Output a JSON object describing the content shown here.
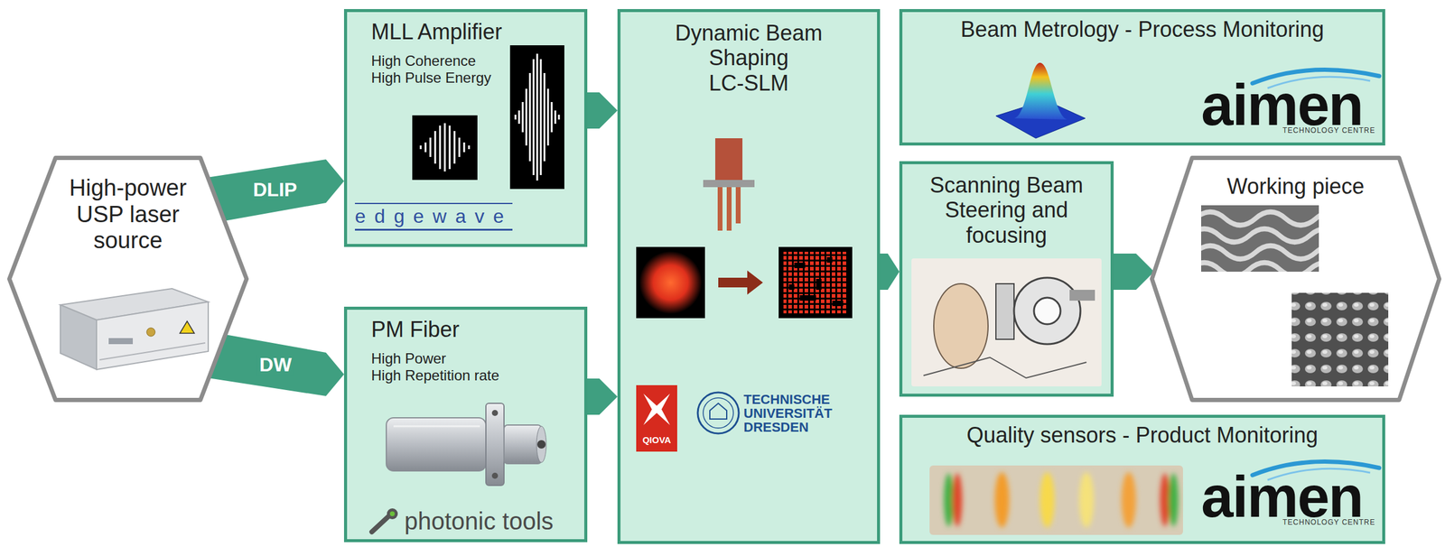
{
  "diagram": {
    "nodes": [
      {
        "text": [
          "High-power USP laser source"
        ]
      },
      {
        "text": [
          "MLL Amplifier",
          "High Coherence",
          "High Pulse Energy"
        ]
      },
      {
        "text": [
          "PM Fiber",
          "High Power",
          "High Repetition rate"
        ]
      },
      {
        "text": [
          "Dynamic Beam Shaping",
          "LC-SLM"
        ]
      },
      {
        "text": [
          "Beam Metrology - Process Monitoring"
        ]
      },
      {
        "text": [
          "Scanning Beam Steering and focusing"
        ]
      },
      {
        "text": [
          "Working piece"
        ]
      },
      {
        "text": [
          "Quality sensors - Product Monitoring"
        ]
      }
    ],
    "edges": [
      {
        "from": 0,
        "to": 1,
        "label": "DLIP",
        "arrow": "to"
      },
      {
        "from": 0,
        "to": 2,
        "label": "DW",
        "arrow": "to"
      },
      {
        "from": 1,
        "to": 3,
        "arrow": "to"
      },
      {
        "from": 2,
        "to": 3,
        "arrow": "to"
      },
      {
        "from": 3,
        "to": 5,
        "arrow": "to"
      },
      {
        "from": 5,
        "to": 6,
        "arrow": "to"
      }
    ],
    "labels": [
      "edgewave",
      "photonic tools",
      "QIOVA",
      "TECHNISCHE UNIVERSITÄT DRESDEN",
      "aimen",
      "TECHNOLOGY CENTRE",
      "aimen",
      "TECHNOLOGY CENTRE"
    ]
  }
}
